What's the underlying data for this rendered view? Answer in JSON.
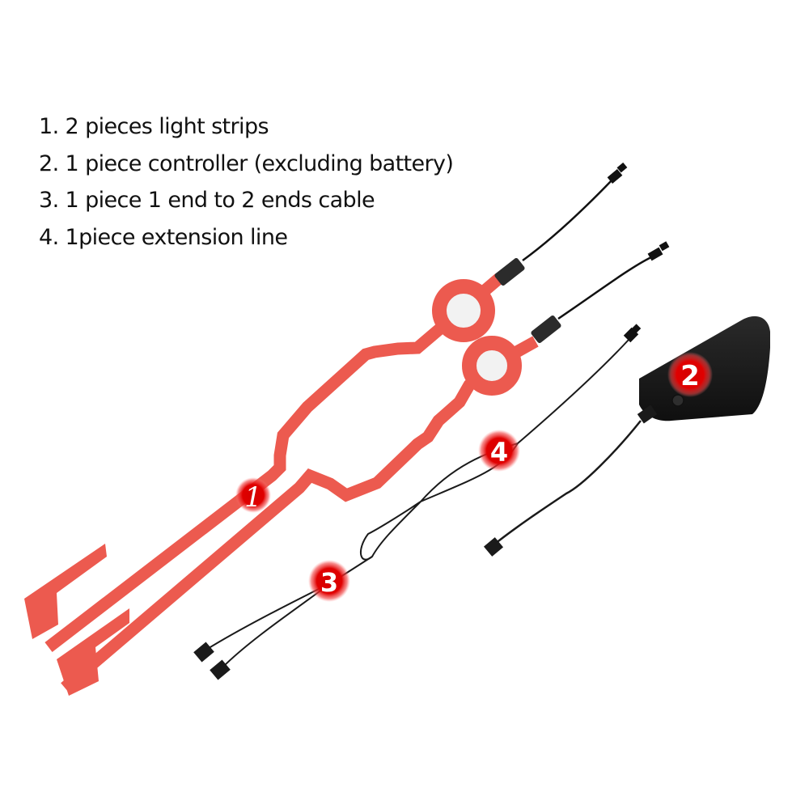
{
  "captions": [
    {
      "label": "1. 2  pieces light strips"
    },
    {
      "label": "2. 1 piece controller (excluding battery)"
    },
    {
      "label": "3. 1 piece 1 end to 2 ends cable"
    },
    {
      "label": "4. 1piece extension line"
    }
  ],
  "badges": [
    {
      "number": "1",
      "item": "light-strips"
    },
    {
      "number": "2",
      "item": "controller"
    },
    {
      "number": "3",
      "item": "splitter-cable"
    },
    {
      "number": "4",
      "item": "extension-line"
    }
  ],
  "colors": {
    "strip": "#ec5a4f",
    "badge_glow": "#e30000",
    "cable": "#1a1a1a",
    "controller": "#1c1c1c",
    "text": "#111111"
  }
}
